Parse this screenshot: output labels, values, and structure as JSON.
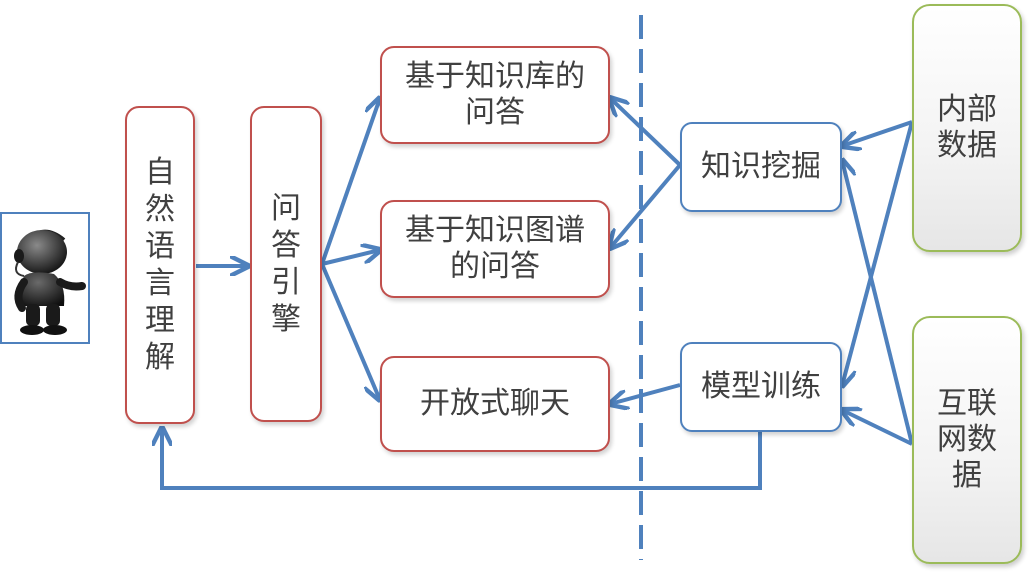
{
  "nodes": {
    "nlu": "自\n然\n语\n言\n理\n解",
    "qa_engine": "问\n答\n引\n擎",
    "kb_qa": "基于知识库的\n问答",
    "kg_qa": "基于知识图谱\n的问答",
    "open_chat": "开放式聊天",
    "knowledge_mining": "知识挖掘",
    "model_training": "模型训练",
    "internal_data": "内部\n数据",
    "internet_data": "互联\n网数\n据"
  },
  "colors": {
    "arrow": "#4f81bd",
    "red_border": "#c0504d",
    "blue_border": "#4f81bd",
    "green_border": "#9bbb59"
  },
  "icons": {
    "user": "user-figure-icon"
  }
}
